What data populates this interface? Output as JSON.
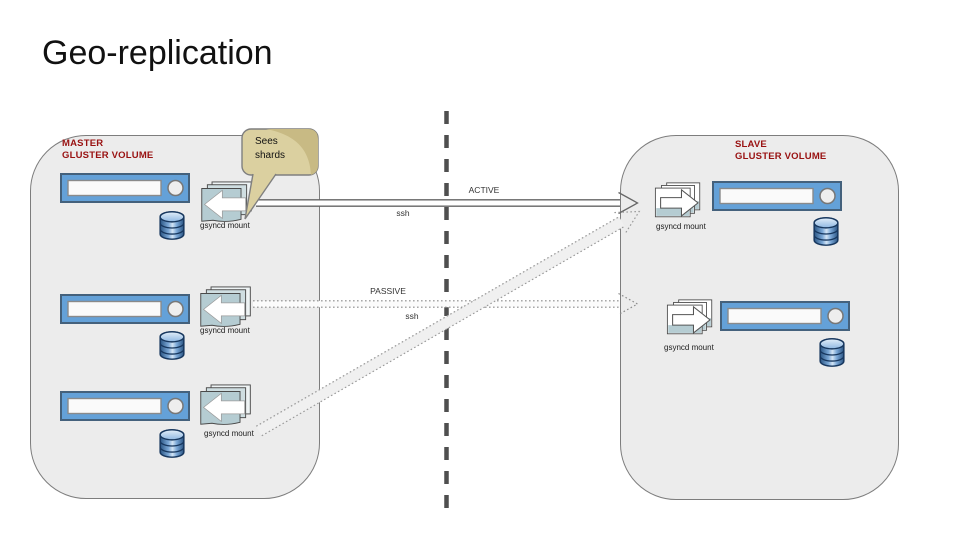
{
  "slide": {
    "title": "Geo-replication"
  },
  "master": {
    "title_line1": "MASTER",
    "title_line2": "GLUSTER VOLUME",
    "nodes": [
      {
        "mount_label": "gsyncd mount"
      },
      {
        "mount_label": "gsyncd mount"
      },
      {
        "mount_label": "gsyncd mount"
      }
    ]
  },
  "slave": {
    "title_line1": "SLAVE",
    "title_line2": "GLUSTER VOLUME",
    "nodes": [
      {
        "mount_label": "gsyncd mount"
      },
      {
        "mount_label": "gsyncd mount"
      }
    ]
  },
  "callout": {
    "text_line1": "Sees",
    "text_line2": "shards"
  },
  "connections": {
    "active": {
      "label": "ACTIVE",
      "protocol": "ssh"
    },
    "passive": {
      "label": "PASSIVE",
      "protocol": "ssh"
    }
  },
  "colors": {
    "volume_label_red": "#991111",
    "server_blue": "#64a1d8",
    "group_box_gray": "#ececec",
    "folder_teal": "#b5ccd2",
    "callout_tan": "#dbd0a0",
    "database_blue": "#2a5483",
    "divider_gray": "#4f4f4f"
  }
}
